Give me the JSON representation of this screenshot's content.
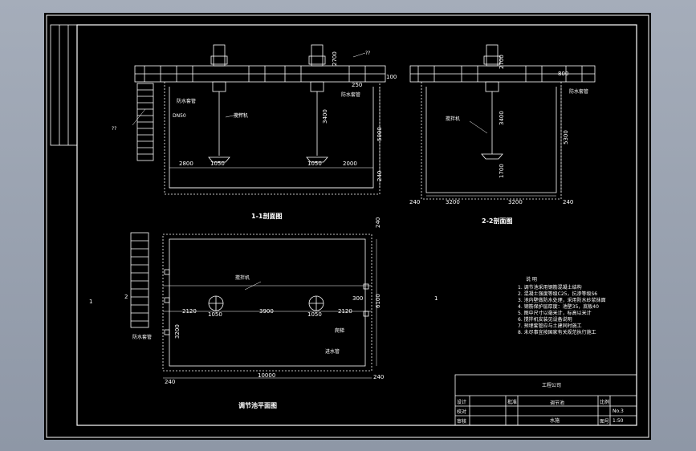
{
  "colors": {
    "background": "#9aa3b1",
    "paper": "#000000",
    "line": "#ffffff",
    "accent": "#ffff66"
  },
  "view_1": {
    "title": "1-1剖面图",
    "label_top": "??",
    "label_ladder": "??",
    "pipe": "DN50",
    "note_a": "防水套管",
    "note_b": "防水套管",
    "mixer": "搅拌机",
    "dims": [
      "2800",
      "1050",
      "1050",
      "2000",
      "3400",
      "5000",
      "240",
      "2700",
      "250",
      "100"
    ]
  },
  "view_2": {
    "title": "2-2剖面图",
    "mixer": "搅拌机",
    "note": "防水套管",
    "dims": [
      "3200",
      "3200",
      "240",
      "240",
      "3400",
      "5300",
      "1700",
      "2700",
      "800"
    ]
  },
  "plan": {
    "title": "调节池平面图",
    "mixer": "搅拌机",
    "note_a": "防水套管",
    "note_b": "爬梯",
    "note_c": "进水管",
    "section_mark_left": "1",
    "section_mark_right": "1",
    "section_mark_ladder": "2",
    "dims": [
      "2120",
      "1050",
      "3900",
      "1050",
      "2120",
      "10000",
      "240",
      "240",
      "300",
      "6100",
      "3200",
      "240"
    ]
  },
  "notes": {
    "heading": "说 明",
    "items": [
      "1. 调节池采用钢筋混凝土结构",
      "2. 混凝土强度等级C25，抗渗等级S6",
      "3. 池内壁做防水处理，采用防水砂浆抹面",
      "4. 钢筋保护层厚度：池壁35，底板40",
      "5. 图中尺寸以毫米计，标高以米计",
      "6. 搅拌机安装见设备说明",
      "7. 预埋套管应与土建同时施工",
      "8. 未尽事宜按国家有关规范执行施工"
    ]
  },
  "title_block": {
    "company": "工程公司",
    "project": "调节池",
    "drawing_no": "水施",
    "sheet": "No.3",
    "scale": "1:50",
    "labels": [
      "设计",
      "校对",
      "审核",
      "批准",
      "比例",
      "图号"
    ]
  }
}
